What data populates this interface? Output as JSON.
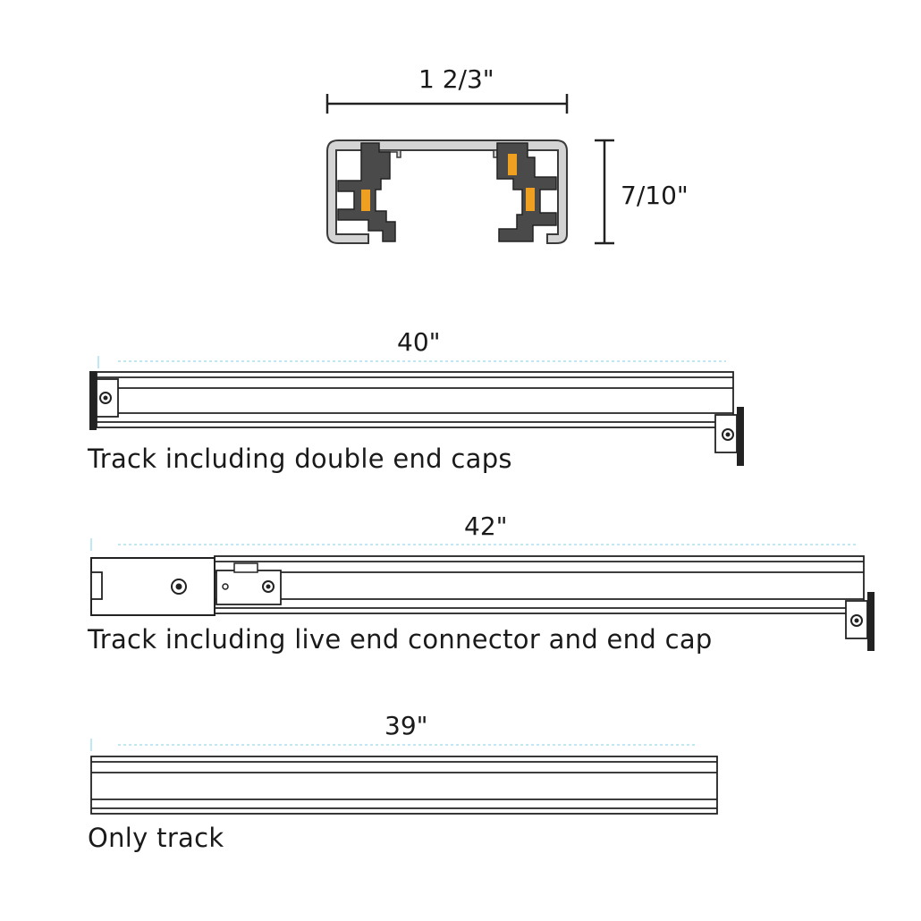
{
  "profile": {
    "width_label": "1 2/3\"",
    "height_label": "7/10\"",
    "accent_color": "#f0a020",
    "insulator_color": "#4a4a4a",
    "housing_color": "#d4d4d4"
  },
  "tracks": [
    {
      "length_label": "40\"",
      "caption": "Track including double end caps"
    },
    {
      "length_label": "42\"",
      "caption": "Track including live end connector and end cap"
    },
    {
      "length_label": "39\"",
      "caption": "Only track"
    }
  ],
  "colors": {
    "dimension_line": "#7fd0e8",
    "outline": "#222222"
  }
}
